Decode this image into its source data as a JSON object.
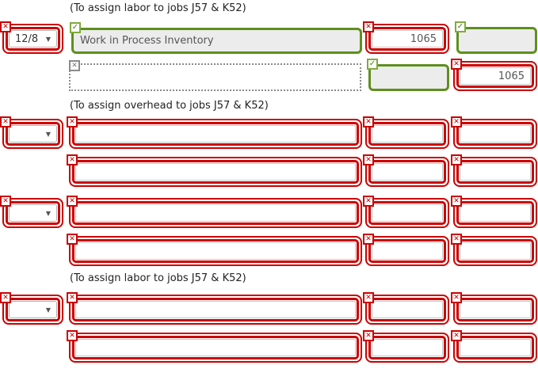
{
  "colors": {
    "error_red": "#cc0000",
    "correct_green": "#5e8f1e",
    "badge_green": "#7fab3c",
    "check_green": "#4c7d12",
    "neutral_gray": "#8a8a8a",
    "field_fill": "#ececec"
  },
  "icons": {
    "incorrect_mark": "✕",
    "correct_mark": "✓",
    "unanswered_mark": "✕",
    "dropdown_arrow": "▼"
  },
  "captions": [
    "(To assign labor to jobs J57 & K52)",
    "(To assign overhead to jobs J57 & K52)",
    "(To assign labor to jobs J57 & K52)"
  ],
  "rows": [
    {
      "date": "12/8",
      "date_status": "incorrect",
      "account": "Work in Process Inventory",
      "account_status": "correct",
      "debit": "1065",
      "debit_status": "incorrect",
      "credit": "",
      "credit_status": "correct"
    },
    {
      "account": "",
      "account_status": "unanswered",
      "debit": "",
      "debit_status": "correct",
      "credit": "1065",
      "credit_status": "incorrect"
    },
    {
      "date": "",
      "date_status": "incorrect",
      "account": "",
      "account_status": "incorrect",
      "debit": "",
      "debit_status": "incorrect",
      "credit": "",
      "credit_status": "incorrect"
    },
    {
      "account": "",
      "account_status": "incorrect",
      "debit": "",
      "debit_status": "incorrect",
      "credit": "",
      "credit_status": "incorrect"
    },
    {
      "date": "",
      "date_status": "incorrect",
      "account": "",
      "account_status": "incorrect",
      "debit": "",
      "debit_status": "incorrect",
      "credit": "",
      "credit_status": "incorrect"
    },
    {
      "account": "",
      "account_status": "incorrect",
      "debit": "",
      "debit_status": "incorrect",
      "credit": "",
      "credit_status": "incorrect"
    },
    {
      "date": "",
      "date_status": "incorrect",
      "account": "",
      "account_status": "incorrect",
      "debit": "",
      "debit_status": "incorrect",
      "credit": "",
      "credit_status": "incorrect"
    },
    {
      "account": "",
      "account_status": "incorrect",
      "debit": "",
      "debit_status": "incorrect",
      "credit": "",
      "credit_status": "incorrect"
    }
  ]
}
